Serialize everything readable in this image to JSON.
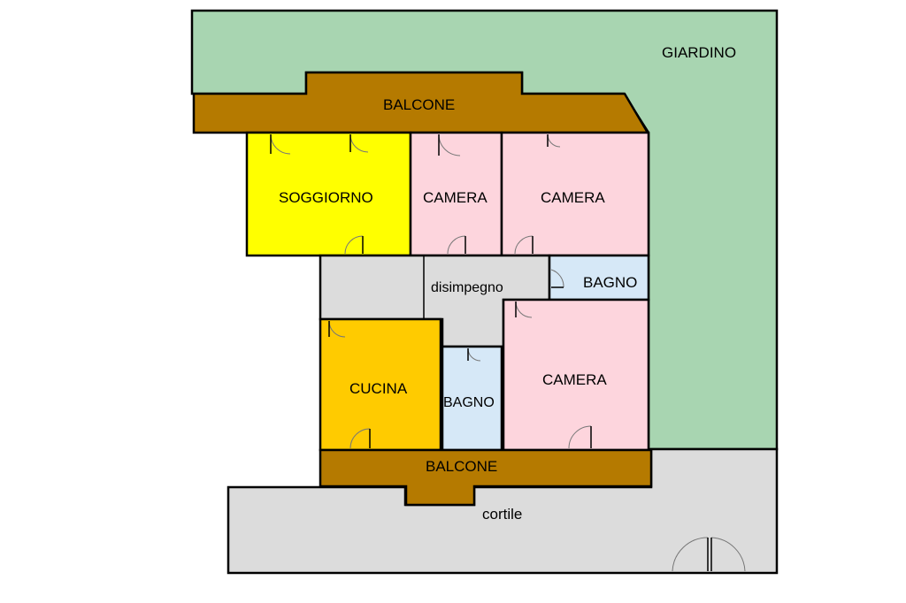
{
  "labels": {
    "giardino": "GIARDINO",
    "balcone_top": "BALCONE",
    "soggiorno": "SOGGIORNO",
    "camera_1": "CAMERA",
    "camera_2": "CAMERA",
    "camera_3": "CAMERA",
    "disimpegno": "disimpegno",
    "bagno_1": "BAGNO",
    "bagno_2": "BAGNO",
    "cucina": "CUCINA",
    "balcone_bottom": "BALCONE",
    "cortile": "cortile"
  },
  "colors": {
    "garden": "#a8d5b1",
    "balcony": "#b57a00",
    "living": "#ffff00",
    "bedroom": "#fdd5dd",
    "corridor": "#dcdcdc",
    "bathroom": "#d6e8f7",
    "kitchen": "#ffcb00",
    "courtyard": "#dcdcdc"
  }
}
